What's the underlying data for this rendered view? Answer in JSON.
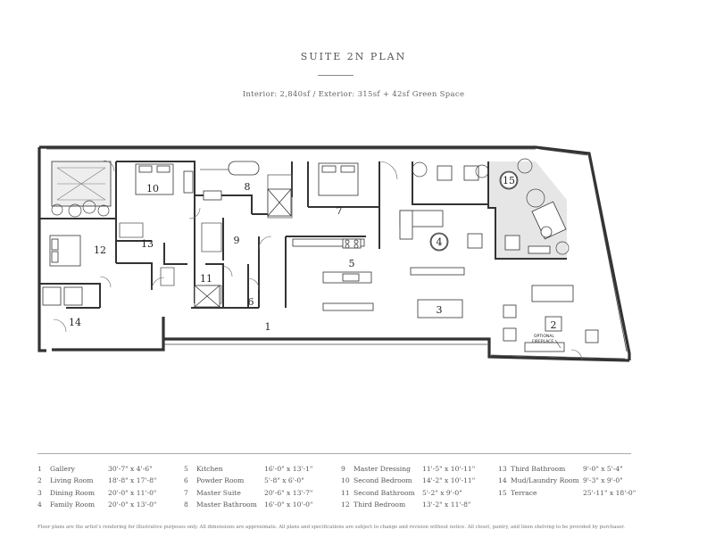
{
  "header": {
    "title": "SUITE 2N PLAN",
    "subtitle": "Interior: 2,840sf / Exterior: 315sf + 42sf Green Space"
  },
  "plan": {
    "room_labels": [
      "1",
      "2",
      "3",
      "4",
      "5",
      "6",
      "7",
      "8",
      "9",
      "10",
      "11",
      "12",
      "13",
      "14",
      "15"
    ],
    "note_line1": "OPTIONAL",
    "note_line2": "FIREPLACE"
  },
  "legend": {
    "columns": [
      [
        {
          "num": "1",
          "name": "Gallery",
          "dim": "30'-7\" x 4'-6\""
        },
        {
          "num": "2",
          "name": "Living Room",
          "dim": "18'-8\" x 17'-8\""
        },
        {
          "num": "3",
          "name": "Dining Room",
          "dim": "20'-0\" x 11'-0\""
        },
        {
          "num": "4",
          "name": "Family Room",
          "dim": "20'-0\" x 13'-0\""
        }
      ],
      [
        {
          "num": "5",
          "name": "Kitchen",
          "dim": "16'-0\" x 13'-1\""
        },
        {
          "num": "6",
          "name": "Powder Room",
          "dim": "5'-8\" x 6'-0\""
        },
        {
          "num": "7",
          "name": "Master Suite",
          "dim": "20'-6\" x 13'-7\""
        },
        {
          "num": "8",
          "name": "Master Bathroom",
          "dim": "16'-0\" x 10'-0\""
        }
      ],
      [
        {
          "num": "9",
          "name": "Master Dressing",
          "dim": "11'-5\" x 10'-11\""
        },
        {
          "num": "10",
          "name": "Second Bedroom",
          "dim": "14'-2\" x 10'-11\""
        },
        {
          "num": "11",
          "name": "Second Bathroom",
          "dim": "5'-2\" x 9'-0\""
        },
        {
          "num": "12",
          "name": "Third Bedroom",
          "dim": "13'-2\" x 11'-8\""
        }
      ],
      [
        {
          "num": "13",
          "name": "Third Bathroom",
          "dim": "9'-0\" x 5'-4\""
        },
        {
          "num": "14",
          "name": "Mud/Laundry Room",
          "dim": "9'-3\" x 9'-0\""
        },
        {
          "num": "15",
          "name": "Terrace",
          "dim": "25'-11\" x 18'-0\""
        }
      ]
    ]
  },
  "footnote": "Floor plans are the artist's rendering for illustrative purposes only. All dimensions are approximate. All plans and specifications are subject to change and revision without notice. All closet, pantry, and linen shelving to be provided by purchaser."
}
